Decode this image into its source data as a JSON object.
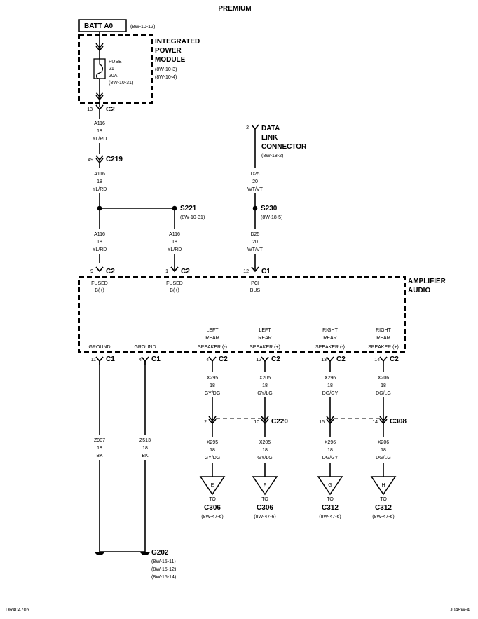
{
  "title": "PREMIUM",
  "batt": {
    "label": "BATT A0",
    "ref": "(8W-10-12)"
  },
  "ipm": {
    "name1": "INTEGRATED",
    "name2": "POWER",
    "name3": "MODULE",
    "ref1": "(8W-10-3)",
    "ref2": "(8W-10-4)"
  },
  "fuse": {
    "l1": "FUSE",
    "l2": "21",
    "l3": "20A",
    "l4": "(8W-10-31)"
  },
  "c2_top": {
    "pin": "13",
    "name": "C2"
  },
  "wire_a116": {
    "circuit": "A116",
    "gauge": "18",
    "color": "YL/RD"
  },
  "c219": {
    "pin": "49",
    "name": "C219"
  },
  "dlc": {
    "pin": "2",
    "name1": "DATA",
    "name2": "LINK",
    "name3": "CONNECTOR",
    "ref": "(8W-18-2)"
  },
  "wire_d25": {
    "circuit": "D25",
    "gauge": "20",
    "color": "WT/VT"
  },
  "s221": {
    "name": "S221",
    "ref": "(8W-10-31)"
  },
  "s230": {
    "name": "S230",
    "ref": "(8W-18-5)"
  },
  "amp_conn": [
    {
      "pin": "9",
      "name": "C2",
      "l1": "FUSED",
      "l2": "B(+)"
    },
    {
      "pin": "1",
      "name": "C2",
      "l1": "FUSED",
      "l2": "B(+)"
    },
    {
      "pin": "12",
      "name": "C1",
      "l1": "PCI",
      "l2": "BUS"
    }
  ],
  "amplifier": {
    "name1": "AMPLIFIER",
    "name2": "AUDIO"
  },
  "bottom_terms": [
    {
      "l1": "",
      "l2": "",
      "l3": "GROUND",
      "pin": "11",
      "name": "C1"
    },
    {
      "l1": "",
      "l2": "",
      "l3": "GROUND",
      "pin": "4",
      "name": "C1"
    },
    {
      "l1": "LEFT",
      "l2": "REAR",
      "l3": "SPEAKER (-)",
      "pin": "4",
      "name": "C2"
    },
    {
      "l1": "LEFT",
      "l2": "REAR",
      "l3": "SPEAKER (+)",
      "pin": "12",
      "name": "C2"
    },
    {
      "l1": "RIGHT",
      "l2": "REAR",
      "l3": "SPEAKER (-)",
      "pin": "13",
      "name": "C2"
    },
    {
      "l1": "RIGHT",
      "l2": "REAR",
      "l3": "SPEAKER (+)",
      "pin": "14",
      "name": "C2"
    }
  ],
  "spk_wire_upper": [
    {
      "circuit": "X295",
      "gauge": "18",
      "color": "GY/DG"
    },
    {
      "circuit": "X205",
      "gauge": "18",
      "color": "GY/LG"
    },
    {
      "circuit": "X296",
      "gauge": "18",
      "color": "DG/GY"
    },
    {
      "circuit": "X206",
      "gauge": "18",
      "color": "DG/LG"
    }
  ],
  "mid_conn": [
    {
      "pin": "2",
      "name": ""
    },
    {
      "pin": "10",
      "name": "C220"
    },
    {
      "pin": "15",
      "name": ""
    },
    {
      "pin": "14",
      "name": "C308"
    }
  ],
  "spk_wire_lower": [
    {
      "circuit": "X295",
      "gauge": "18",
      "color": "GY/DG"
    },
    {
      "circuit": "X205",
      "gauge": "18",
      "color": "GY/LG"
    },
    {
      "circuit": "X296",
      "gauge": "18",
      "color": "DG/GY"
    },
    {
      "circuit": "X206",
      "gauge": "18",
      "color": "DG/LG"
    }
  ],
  "ground_wire": [
    {
      "circuit": "Z907",
      "gauge": "18",
      "color": "BK"
    },
    {
      "circuit": "Z513",
      "gauge": "18",
      "color": "BK"
    }
  ],
  "tri": [
    {
      "letter": "E",
      "to": "TO",
      "conn": "C306",
      "ref": "(8W-47-6)"
    },
    {
      "letter": "F",
      "to": "TO",
      "conn": "C306",
      "ref": "(8W-47-6)"
    },
    {
      "letter": "G",
      "to": "TO",
      "conn": "C312",
      "ref": "(8W-47-6)"
    },
    {
      "letter": "H",
      "to": "TO",
      "conn": "C312",
      "ref": "(8W-47-6)"
    }
  ],
  "g202": {
    "name": "G202",
    "ref1": "(8W-15-11)",
    "ref2": "(8W-15-12)",
    "ref3": "(8W-15-14)"
  },
  "footer": {
    "left": "DR404705",
    "right": "J048W-4"
  }
}
